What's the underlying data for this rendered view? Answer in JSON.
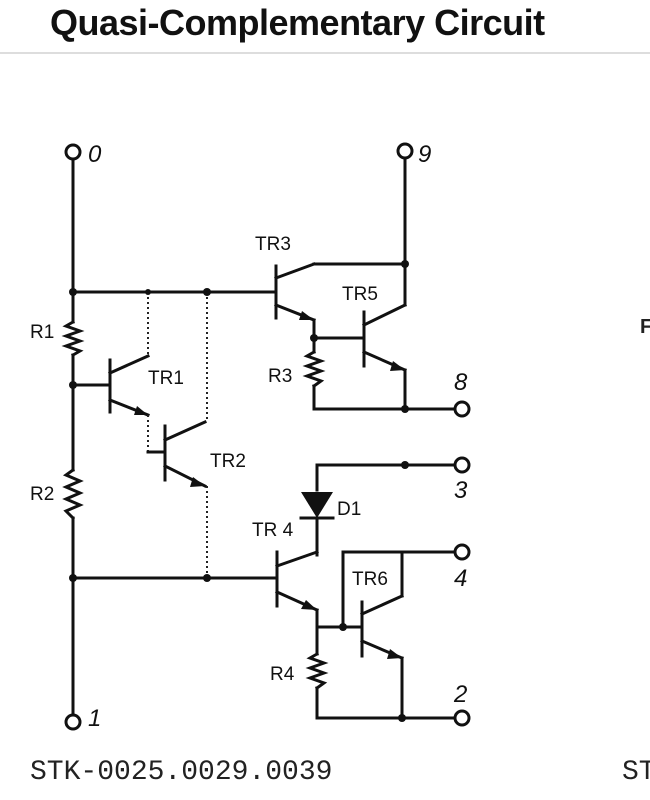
{
  "title": "Quasi-Complementary Circuit",
  "footer": "STK-0025.0029.0039",
  "footer_right": "ST",
  "edge_char": "F",
  "components": {
    "tr1": "TR1",
    "tr2": "TR2",
    "tr3": "TR3",
    "tr4": "TR 4",
    "tr5": "TR5",
    "tr6": "TR6",
    "r1": "R1",
    "r2": "R2",
    "r3": "R3",
    "r4": "R4",
    "d1": "D1"
  },
  "pins": {
    "p0": "0",
    "p9": "9",
    "p8": "8",
    "p3": "3",
    "p4": "4",
    "p2": "2",
    "p1": "1"
  }
}
